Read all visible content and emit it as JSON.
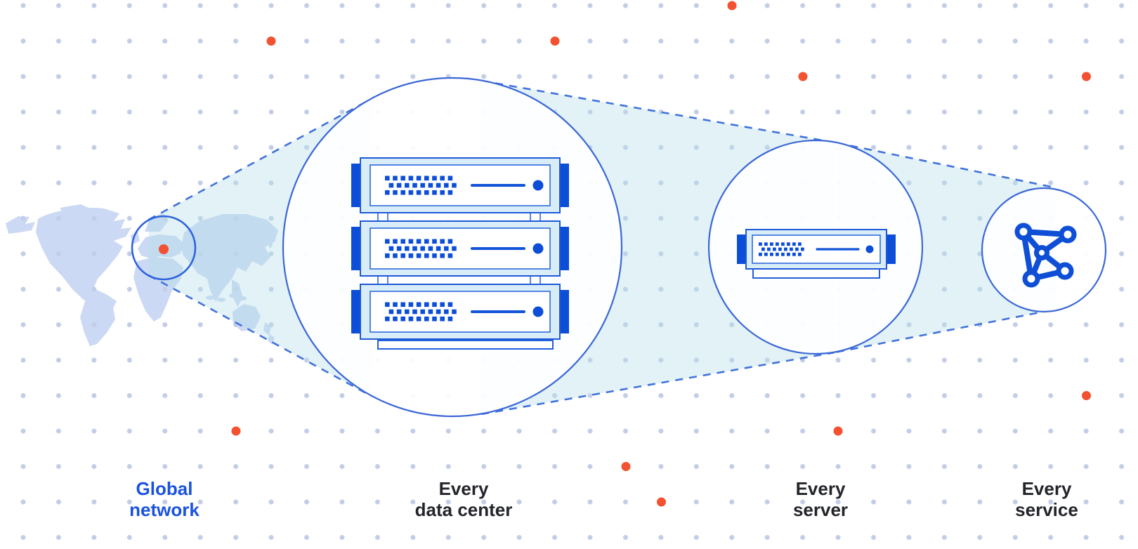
{
  "stages": [
    {
      "id": "global-network",
      "icon": "world-map-location-marker-icon",
      "label": "Global network",
      "label_lines": [
        "Global",
        "network"
      ],
      "emphasis": "blue"
    },
    {
      "id": "every-data-center",
      "icon": "server-rack-icon",
      "label": "Every data center",
      "label_lines": [
        "Every",
        "data center"
      ],
      "emphasis": "dark"
    },
    {
      "id": "every-server",
      "icon": "server-icon",
      "label": "Every server",
      "label_lines": [
        "Every",
        "server"
      ],
      "emphasis": "dark"
    },
    {
      "id": "every-service",
      "icon": "network-mesh-icon",
      "label": "Every service",
      "label_lines": [
        "Every",
        "service"
      ],
      "emphasis": "dark"
    }
  ],
  "colors": {
    "label_blue": "#1a52df",
    "label_dark": "#23252a",
    "accent_orange": "#f25231",
    "circle_stroke": "#3b68d6",
    "map_circle_stroke": "#2f63dd",
    "dashed_line": "#4272dc",
    "cone_fill": "rgba(183,223,233,0.40)",
    "map_fill": "#ccd9f4",
    "server_dark_blue": "#0c4ed8",
    "server_frame_fill": "#d8edf8",
    "server_border": "#2160dc",
    "grid_dot": "#c3cde7"
  }
}
